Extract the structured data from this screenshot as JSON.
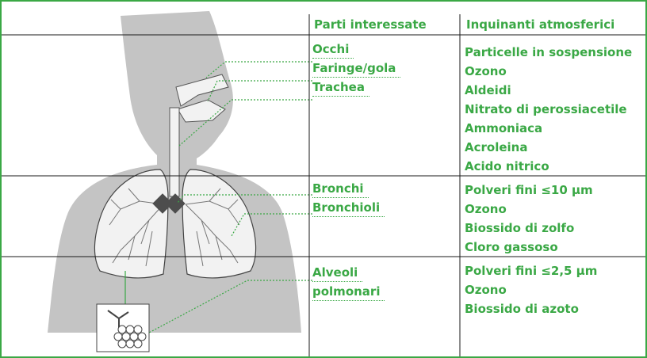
{
  "colors": {
    "accent": "#3aa845",
    "silhouette": "#c4c4c4",
    "organ_fill": "#f2f2f2",
    "marker": "#4d4d4d",
    "rule": "#1a1a1a"
  },
  "header": {
    "parts_label": "Parti interessate",
    "pollutants_label": "Inquinanti atmosferici"
  },
  "rows": [
    {
      "parts": [
        "Occhi",
        "Faringe/gola",
        "Trachea"
      ],
      "pollutants": [
        "Particelle in sospensione",
        "Ozono",
        "Aldeidi",
        "Nitrato di perossiacetile",
        "Ammoniaca",
        "Acroleina",
        "Acido nitrico"
      ]
    },
    {
      "parts": [
        "Bronchi",
        "Bronchioli"
      ],
      "pollutants": [
        "Polveri fini ≤10 µm",
        "Ozono",
        "Biossido di zolfo",
        "Cloro gassoso"
      ]
    },
    {
      "parts": [
        "Alveoli",
        "polmonari"
      ],
      "pollutants": [
        "Polveri fini ≤2,5 µm",
        "Ozono",
        "Biossido di azoto"
      ]
    }
  ],
  "figure": {
    "icons": [
      "human-silhouette",
      "airway-trachea",
      "lung-left",
      "lung-right",
      "bronchi-marker",
      "alveoli-inset"
    ]
  }
}
